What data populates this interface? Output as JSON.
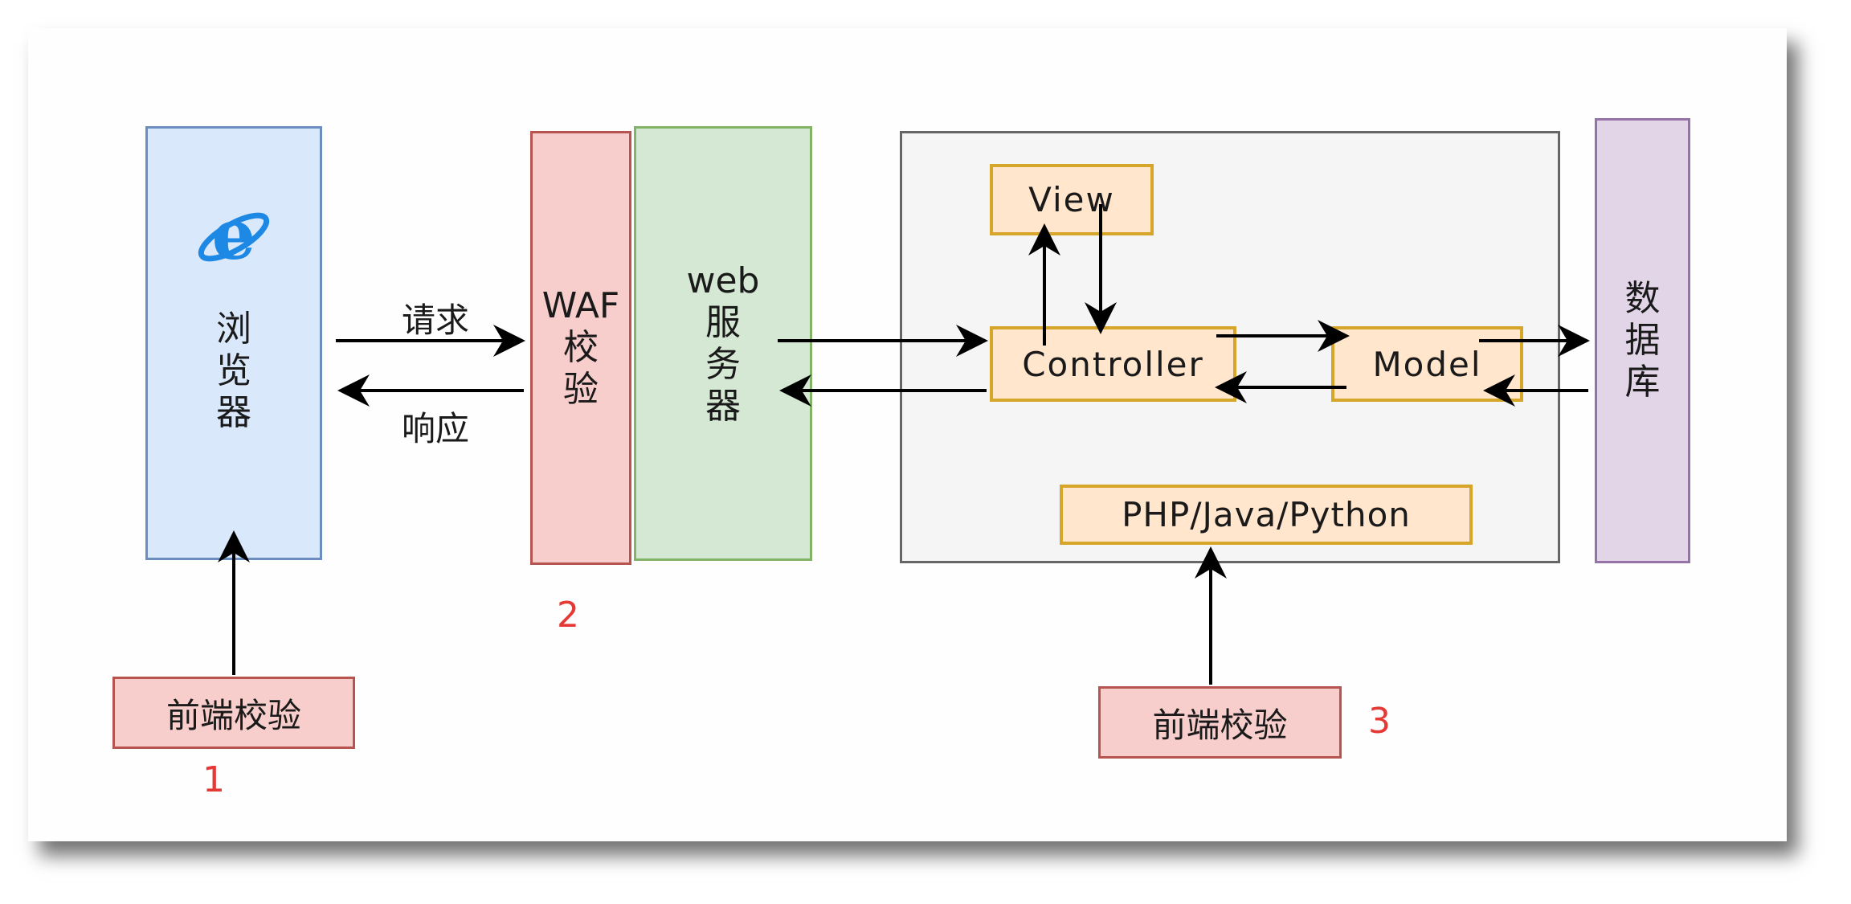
{
  "diagram": {
    "browser": {
      "label": "浏\n览\n器",
      "icon": "ie-browser-icon"
    },
    "request_label": "请求",
    "response_label": "响应",
    "waf": {
      "label": "WAF\n校\n验"
    },
    "web_server": {
      "label": "web\n服\n务\n器"
    },
    "view": {
      "label": "View"
    },
    "controller": {
      "label": "Controller"
    },
    "model": {
      "label": "Model"
    },
    "language": {
      "label": "PHP/Java/Python"
    },
    "database": {
      "label": "数\n据\n库"
    },
    "frontend_check_1": {
      "label": "前端校验",
      "number": "1"
    },
    "waf_number": "2",
    "frontend_check_3": {
      "label": "前端校验",
      "number": "3"
    }
  },
  "colors": {
    "browser_fill": "#dae8fc",
    "waf_fill": "#f8cecc",
    "web_fill": "#d5e8d4",
    "mvc_fill": "#ffe6cc",
    "db_fill": "#e1d5e7",
    "number_red": "#e53935"
  }
}
